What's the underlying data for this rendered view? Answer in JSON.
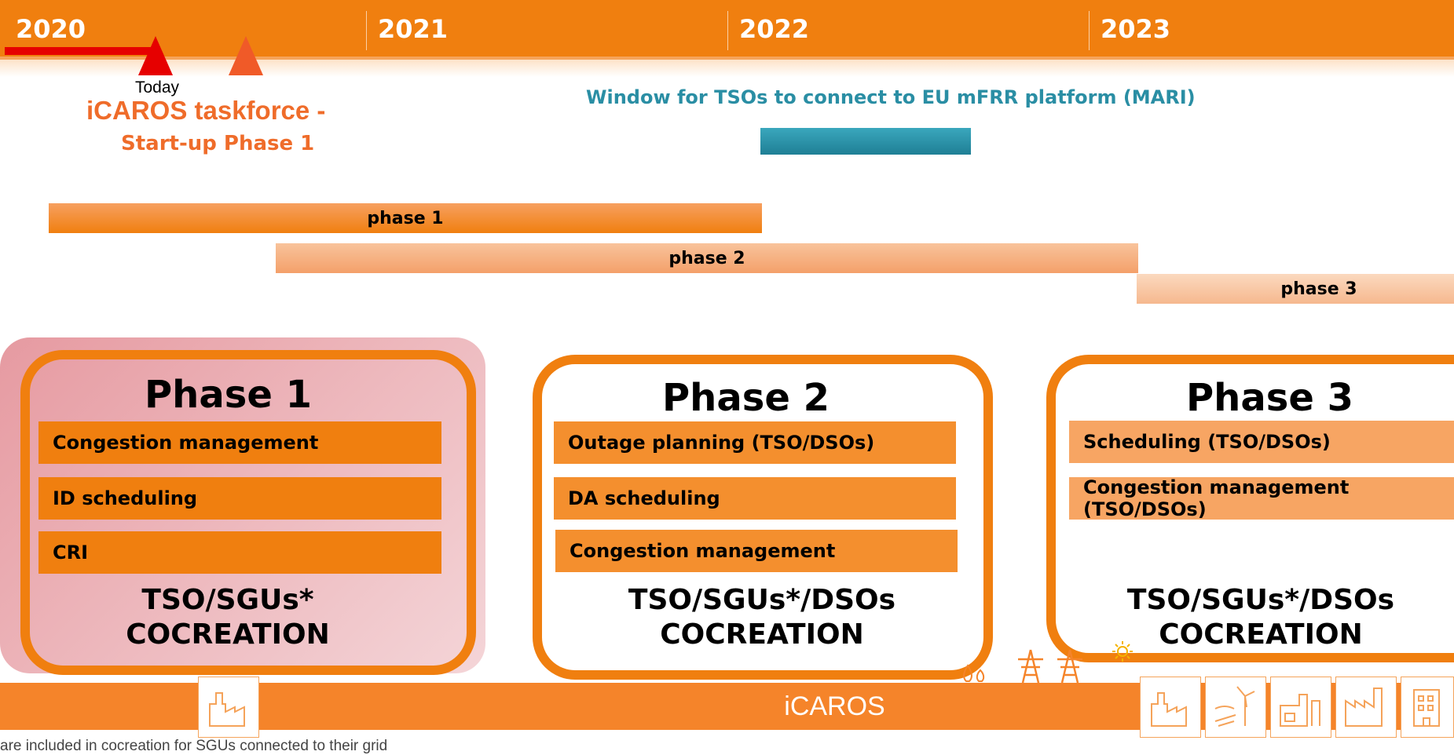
{
  "timeline": {
    "years": [
      "2020",
      "2021",
      "2022",
      "2023"
    ],
    "today_label": "Today",
    "taskforce_title": "iCAROS taskforce -",
    "taskforce_subtitle": "Start-up Phase 1",
    "mari_window_label": "Window for TSOs to connect to EU mFRR platform (MARI)"
  },
  "phase_bars": [
    "phase 1",
    "phase 2",
    "phase 3"
  ],
  "panels": [
    {
      "title": "Phase 1",
      "items": [
        "Congestion management",
        "ID scheduling",
        "CRI"
      ],
      "footer_line1": "TSO/SGUs*",
      "footer_line2": "COCREATION"
    },
    {
      "title": "Phase 2",
      "items": [
        "Outage planning (TSO/DSOs)",
        "DA scheduling",
        "Congestion management"
      ],
      "footer_line1": "TSO/SGUs*/DSOs",
      "footer_line2": "COCREATION"
    },
    {
      "title": "Phase 3",
      "items": [
        "Scheduling (TSO/DSOs)",
        "Congestion management (TSO/DSOs)"
      ],
      "footer_line1": "TSO/SGUs*/DSOs",
      "footer_line2": "COCREATION"
    }
  ],
  "bottom_bar_label": "iCAROS",
  "footnote": "are included in cocreation for SGUs connected to their grid",
  "icons": [
    "power-plant-icon",
    "wind-solar-icon",
    "factory-icon",
    "industrial-building-icon",
    "office-building-icon",
    "water-drops-icon",
    "power-pylon-icon",
    "sun-icon"
  ],
  "colors": {
    "orange": "#f07f0f",
    "teal": "#2a8ea4",
    "red": "#e60000",
    "pink": "#e69aa1"
  }
}
